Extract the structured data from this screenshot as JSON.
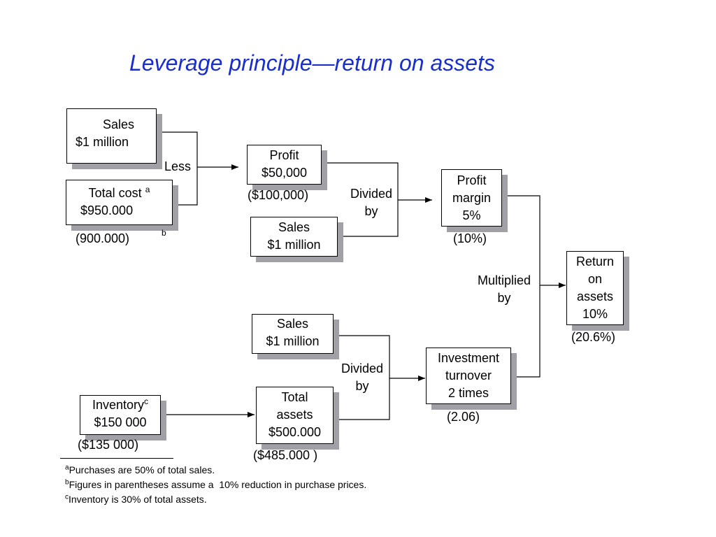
{
  "title": {
    "part1": "Leverage principle",
    "dash": "—",
    "part2": "return on assets"
  },
  "boxes": {
    "sales1": {
      "line1": "Sales",
      "line2": "$1 million"
    },
    "total_cost": {
      "line1": "Total cost",
      "sup": "a",
      "line2": "$950.000"
    },
    "profit": {
      "line1": "Profit",
      "line2": "$50,000"
    },
    "sales2": {
      "line1": "Sales",
      "line2": "$1 million"
    },
    "profit_margin": {
      "line1": "Profit",
      "line2": "margin",
      "line3": "5%"
    },
    "return_on_assets": {
      "line1": "Return",
      "line2": "on",
      "line3": "assets",
      "line4": "10%"
    },
    "sales3": {
      "line1": "Sales",
      "line2": "$1 million"
    },
    "investment_turnover": {
      "line1": "Investment",
      "line2": "turnover",
      "line3": "2 times"
    },
    "inventory": {
      "line1": "Inventory",
      "sup": "c",
      "line2": "$150 000"
    },
    "total_assets": {
      "line1": "Total",
      "line2": "assets",
      "line3": "$500.000"
    }
  },
  "labels": {
    "less": "Less",
    "total_cost_alt": "(900.000)",
    "total_cost_alt_sup": "b",
    "profit_alt": "($100,000)",
    "divided_by_1": {
      "line1": "Divided",
      "line2": "by"
    },
    "profit_margin_alt": "(10%)",
    "multiplied_by": {
      "line1": "Multiplied",
      "line2": "by"
    },
    "return_alt": "(20.6%)",
    "divided_by_2": {
      "line1": "Divided",
      "line2": "by"
    },
    "turnover_alt": "(2.06)",
    "inventory_alt": "($135 000)",
    "total_assets_alt": "($485.000 )"
  },
  "footnotes": [
    {
      "mark": "a",
      "text": "Purchases are 50% of total sales."
    },
    {
      "mark": "b",
      "text": "Figures in parentheses assume a  10% reduction in purchase prices."
    },
    {
      "mark": "c",
      "text": "Inventory is 30% of total assets."
    }
  ],
  "colors": {
    "title": "#1a2fc9",
    "shadow": "#a0a0a6"
  }
}
